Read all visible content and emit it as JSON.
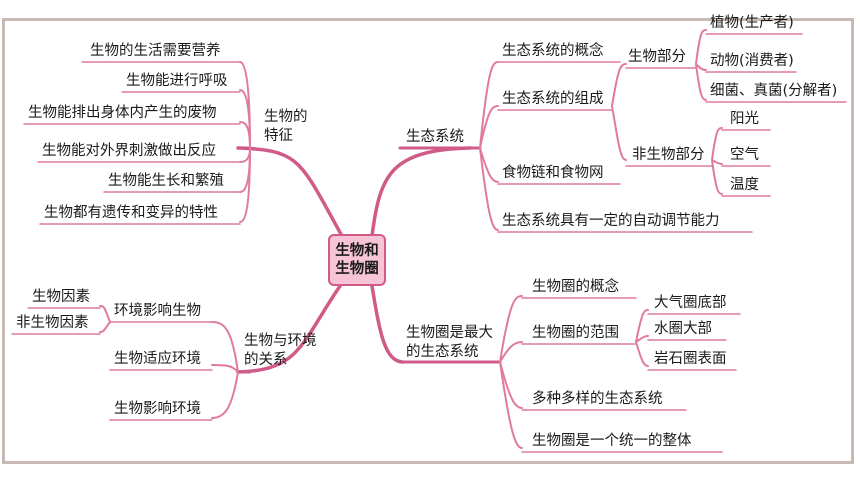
{
  "center": "生物和生物圈",
  "colors": {
    "branch": "#d05a88",
    "sub": "#e07aa0",
    "thin": "#e59bb6",
    "center_fill": "#f7c4d6",
    "frame": "#c9b9b4"
  },
  "left_top": {
    "title": "生物的特征",
    "items": [
      "生物的生活需要营养",
      "生物能进行呼吸",
      "生物能排出身体内产生的废物",
      "生物能对外界刺激做出反应",
      "生物能生长和繁殖",
      "生物都有遗传和变异的特性"
    ]
  },
  "left_bottom": {
    "title": "生物与环境的关系",
    "items": [
      "环境影响生物",
      "生物适应环境",
      "生物影响环境"
    ],
    "sub_items": [
      "生物因素",
      "非生物因素"
    ]
  },
  "right_top": {
    "title": "生态系统",
    "items": [
      "生态系统的概念",
      "生态系统的组成",
      "食物链和食物网",
      "生态系统具有一定的自动调节能力"
    ],
    "bio_part": {
      "label": "生物部分",
      "items": [
        "植物(生产者)",
        "动物(消费者)",
        "细菌、真菌(分解者)"
      ]
    },
    "nonbio_part": {
      "label": "非生物部分",
      "items": [
        "阳光",
        "空气",
        "温度"
      ]
    }
  },
  "right_bottom": {
    "title": "生物圈是最大的生态系统",
    "items": [
      "生物圈的概念",
      "生物圈的范围",
      "多种多样的生态系统",
      "生物圈是一个统一的整体"
    ],
    "range_items": [
      "大气圈底部",
      "水圈大部",
      "岩石圈表面"
    ]
  }
}
